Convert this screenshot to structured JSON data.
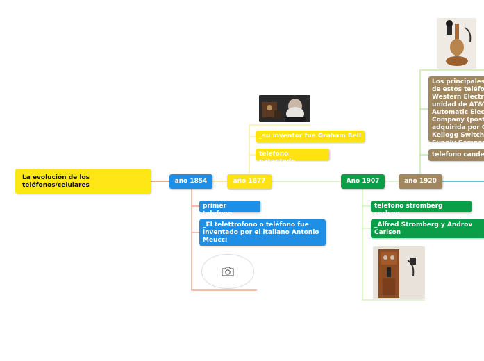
{
  "root": {
    "label": "La evolución de los teléfonos/celulares"
  },
  "year_1854": {
    "label": "año 1854",
    "children": [
      "primer telefono",
      "_El telettrofono o teléfono fue inventado por el italiano Antonio Meucci"
    ]
  },
  "year_1877": {
    "label": "año 1877",
    "children": [
      "_su inventor fue Graham Bell",
      "telefono patentado"
    ]
  },
  "year_1907": {
    "label": "Año 1907",
    "children": [
      "telefono stromberg carlson",
      "_Alfred Stromberg y Androv Carlson"
    ]
  },
  "year_1920": {
    "label": "año 1920",
    "children": [
      "Los principales fabricantes de estos teléfonos fueron Western Electric (una unidad de AT&T), Automatic Electric Company (posteriormente adquirida por GTE), Kellogg Switchboard & Supply Company y Stromberg-Carlson.",
      "telefono candelero"
    ]
  },
  "colors": {
    "root": "#ffe617",
    "blue": "#1f8fe6",
    "yellow": "#ffe214",
    "green": "#0a9e48",
    "brown": "#a0875f",
    "teal": "#26b3b3"
  },
  "icons": {
    "image_placeholder": "camera-icon"
  }
}
